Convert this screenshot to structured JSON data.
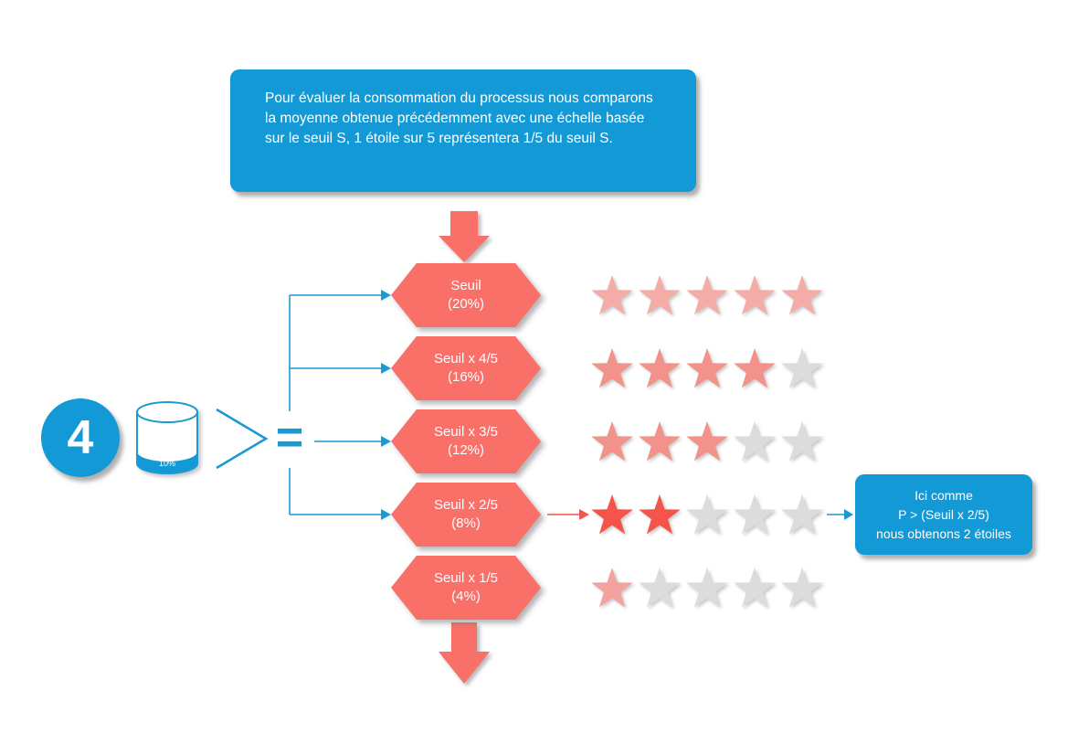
{
  "colors": {
    "brand-blue": "#1299D6",
    "connector-blue": "#1A9AD5",
    "shape-red": "#F97069",
    "arrow-red": "#F4554C",
    "star-empty": "#DCDCDC"
  },
  "intro_box": {
    "text": "Pour évaluer la consommation du processus nous comparons la moyenne obtenue précédemment  avec une échelle basée sur le seuil S, 1 étoile sur 5 représentera 1/5 du seuil S."
  },
  "step_badge": {
    "number": "4"
  },
  "process": {
    "cylinder_label": "10%",
    "comparator_symbol": ">",
    "equals_symbol": "="
  },
  "stars": {
    "per_row": 5
  },
  "scale_rows": [
    {
      "label": "Seuil",
      "percent": "(20%)",
      "stars_filled": 5,
      "star_fill": "#F4ACA6"
    },
    {
      "label": "Seuil x 4/5",
      "percent": "(16%)",
      "stars_filled": 4,
      "star_fill": "#F3928B"
    },
    {
      "label": "Seuil x 3/5",
      "percent": "(12%)",
      "stars_filled": 3,
      "star_fill": "#F3928B"
    },
    {
      "label": "Seuil x 2/5",
      "percent": "(8%)",
      "stars_filled": 2,
      "star_fill": "#F4544A"
    },
    {
      "label": "Seuil x 1/5",
      "percent": "(4%)",
      "stars_filled": 1,
      "star_fill": "#F3A39D"
    }
  ],
  "result_box": {
    "line1": "Ici comme",
    "line2": "P > (Seuil x 2/5)",
    "line3": "nous obtenons 2 étoiles"
  }
}
